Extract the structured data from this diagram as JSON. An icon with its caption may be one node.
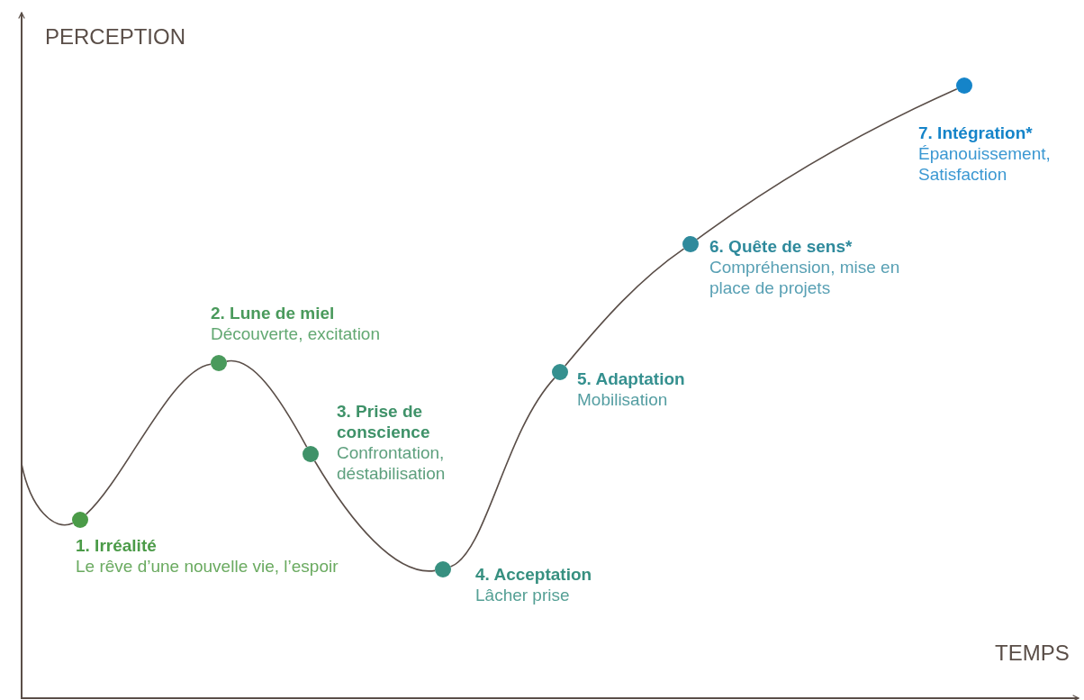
{
  "diagram": {
    "nodes": [
      {
        "text": [],
        "shape": "circle",
        "beside": [
          "1. Irréalité",
          "Le rêve d’une nouvelle vie, l’espoir"
        ]
      },
      {
        "text": [],
        "shape": "circle",
        "beside": [
          "2. Lune de miel",
          "Découverte, excitation"
        ]
      },
      {
        "text": [],
        "shape": "circle",
        "beside": [
          "3. Prise de conscience",
          "Confrontation, déstabilisation"
        ]
      },
      {
        "text": [],
        "shape": "circle",
        "beside": [
          "4. Acceptation",
          "Lâcher prise"
        ]
      },
      {
        "text": [],
        "shape": "circle",
        "beside": [
          "5. Adaptation",
          "Mobilisation"
        ]
      },
      {
        "text": [],
        "shape": "circle",
        "beside": [
          "6. Quête de sens*",
          "Compréhension, mise en place de projets"
        ]
      },
      {
        "text": [],
        "shape": "circle",
        "beside": [
          "7. Intégration*",
          "Épanouissement, Satisfaction"
        ]
      }
    ],
    "edges": [
      {
        "from": null,
        "to": 0,
        "arrow": "none"
      },
      {
        "from": 0,
        "to": 1,
        "arrow": "none"
      },
      {
        "from": 1,
        "to": 2,
        "arrow": "none"
      },
      {
        "from": 2,
        "to": 3,
        "arrow": "none"
      },
      {
        "from": 3,
        "to": 4,
        "arrow": "none"
      },
      {
        "from": 4,
        "to": 5,
        "arrow": "none"
      },
      {
        "from": 5,
        "to": 6,
        "arrow": "none"
      }
    ],
    "labels": [
      "PERCEPTION",
      "TEMPS"
    ]
  }
}
